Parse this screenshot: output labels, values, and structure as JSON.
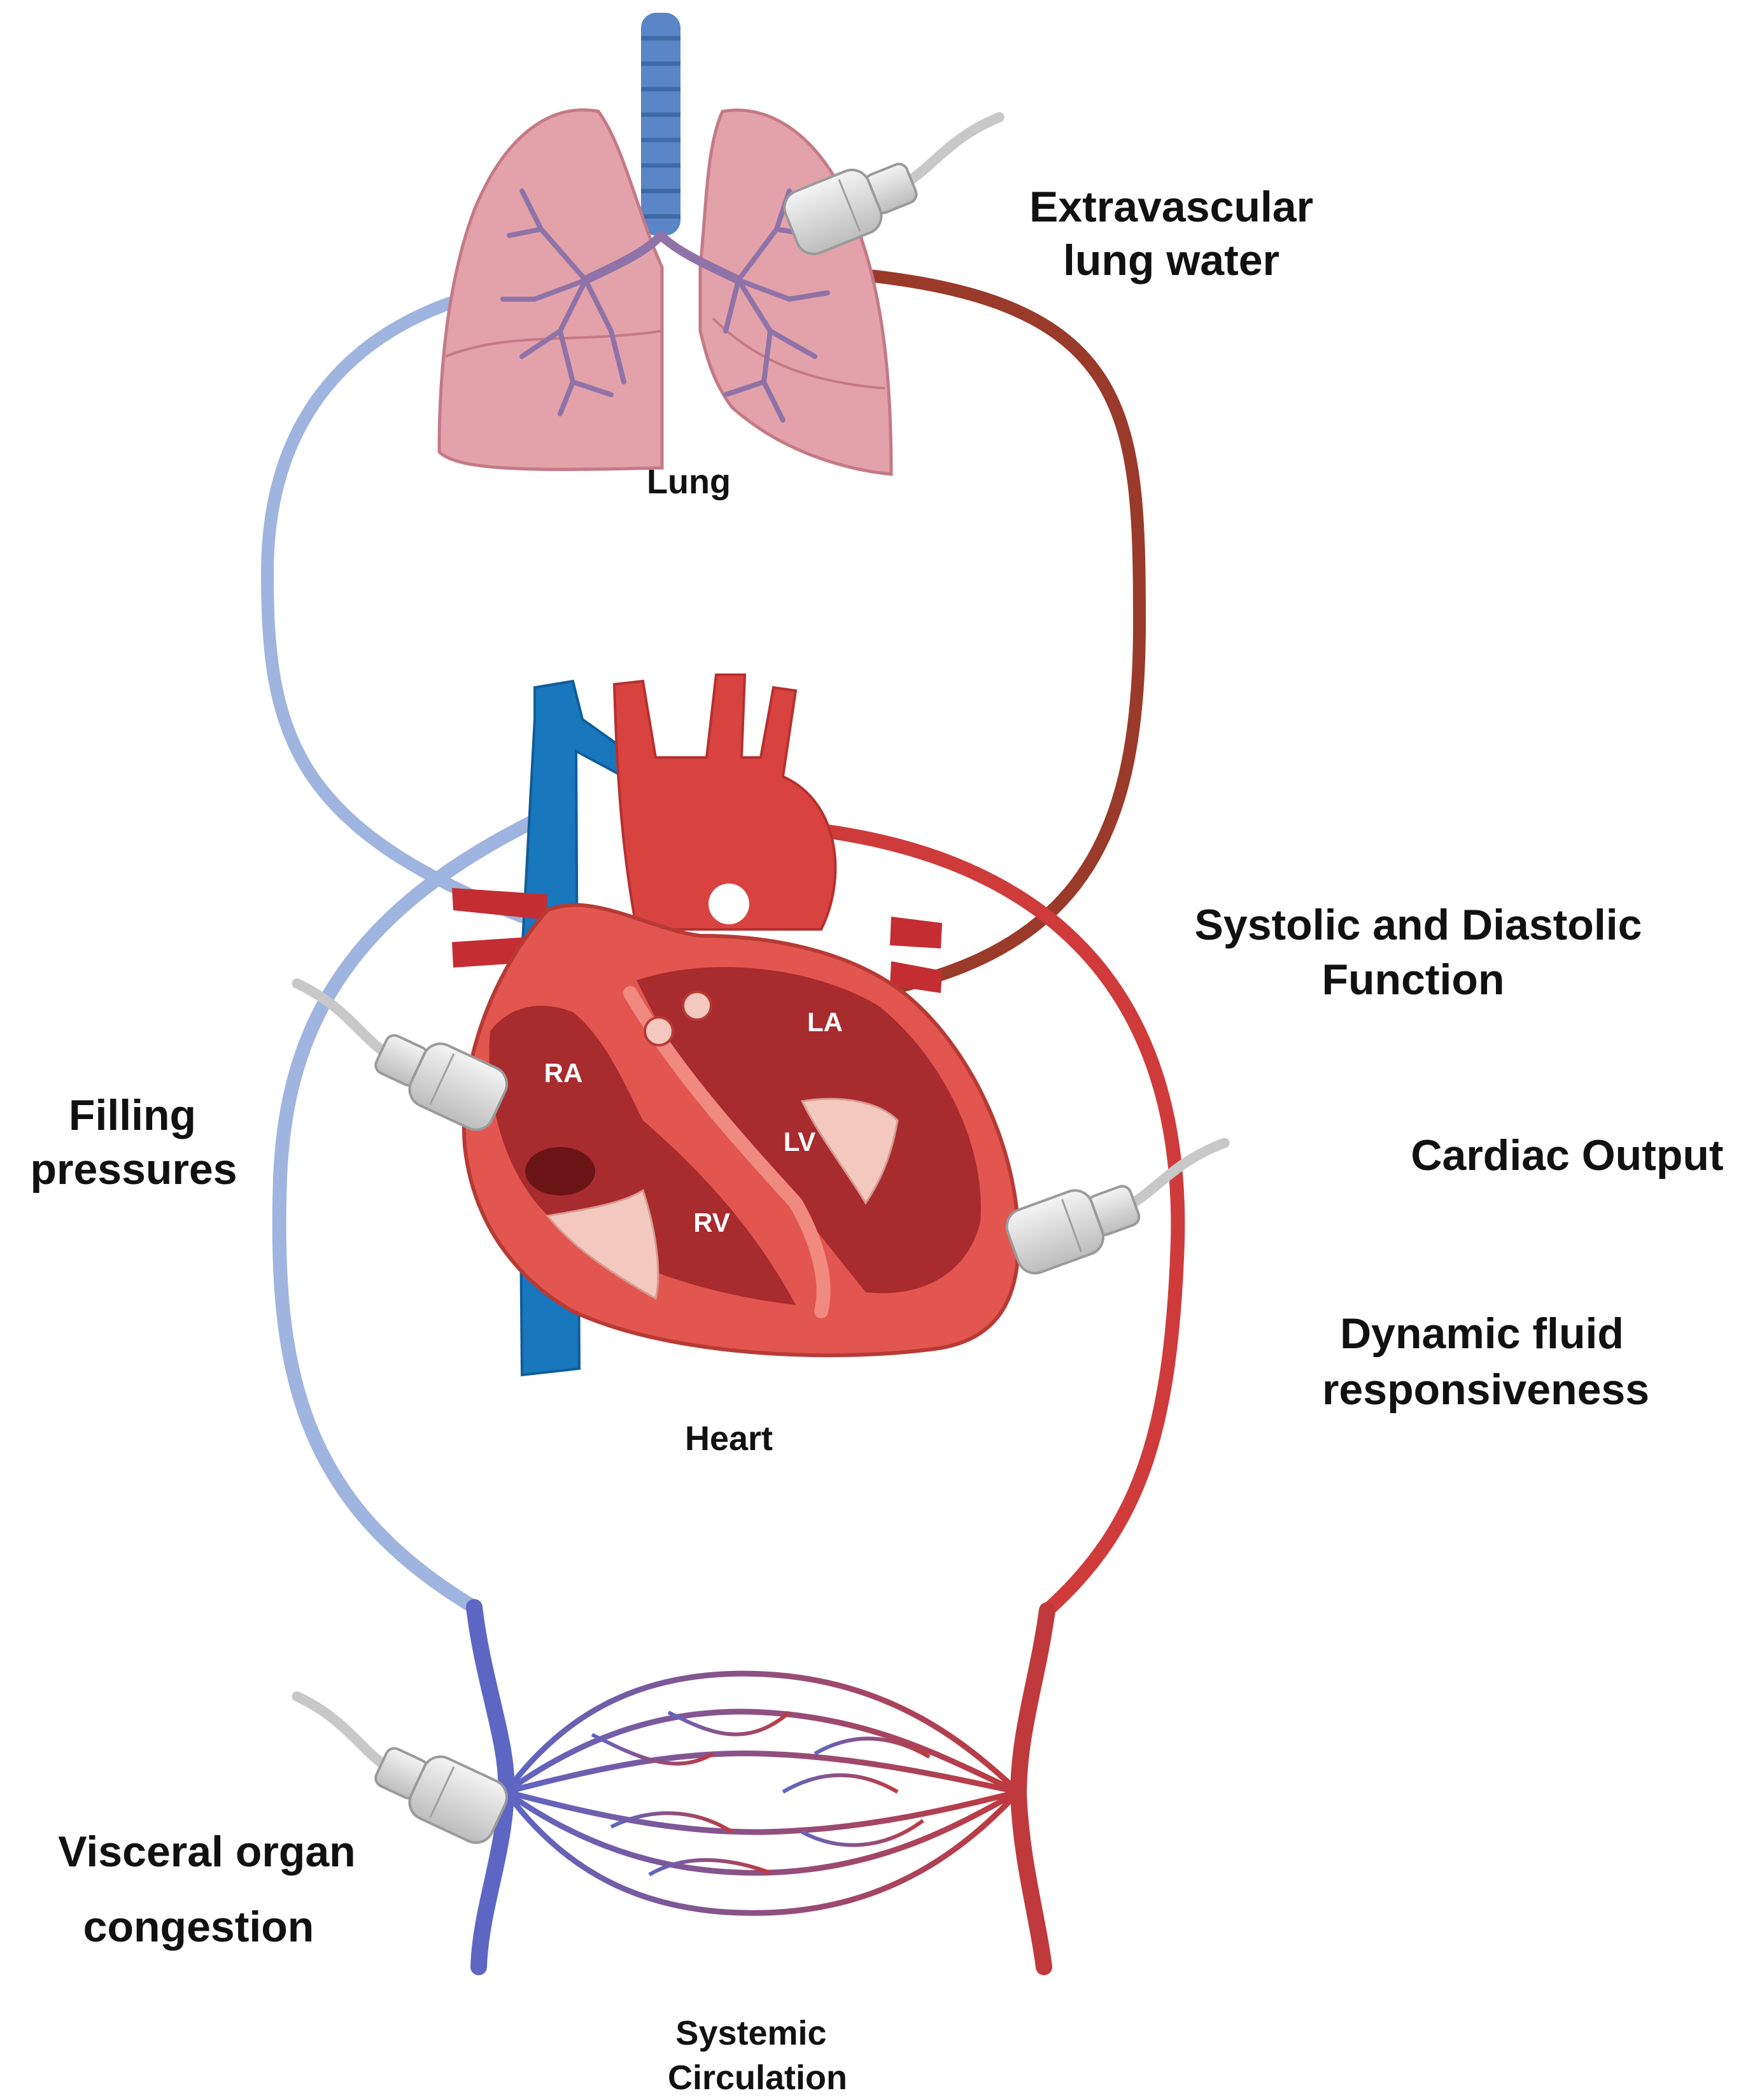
{
  "labels": {
    "lung": "Lung",
    "heart": "Heart",
    "systemic_line1": "Systemic",
    "systemic_line2": "Circulation",
    "extravascular_line1": "Extravascular",
    "extravascular_line2": "lung water",
    "systolic_line1": "Systolic and Diastolic",
    "systolic_line2": "Function",
    "cardiac_output": "Cardiac Output",
    "dynamic_line1": "Dynamic fluid",
    "dynamic_line2": "responsiveness",
    "filling_line1": "Filling",
    "filling_line2": "pressures",
    "visceral_line1": "Visceral organ",
    "visceral_line2": "congestion"
  },
  "chambers": {
    "ra": "RA",
    "la": "LA",
    "lv": "LV",
    "rv": "RV"
  },
  "colors": {
    "venous_tube": "#9fb4de",
    "arterial_tube": "#cf3b3b",
    "pulmonary_vein_tube": "#9a3a2a",
    "lung_fill": "#e3a2aa",
    "trachea": "#5a86c8",
    "vein_blue": "#5e66c4",
    "artery_red": "#c0393d",
    "heart_outer": "#e2564f",
    "heart_inner": "#a82b2e",
    "vena_cava": "#1877bd",
    "probe": "#e0e0e0"
  },
  "icons": [
    "ultrasound-probe-icon"
  ]
}
